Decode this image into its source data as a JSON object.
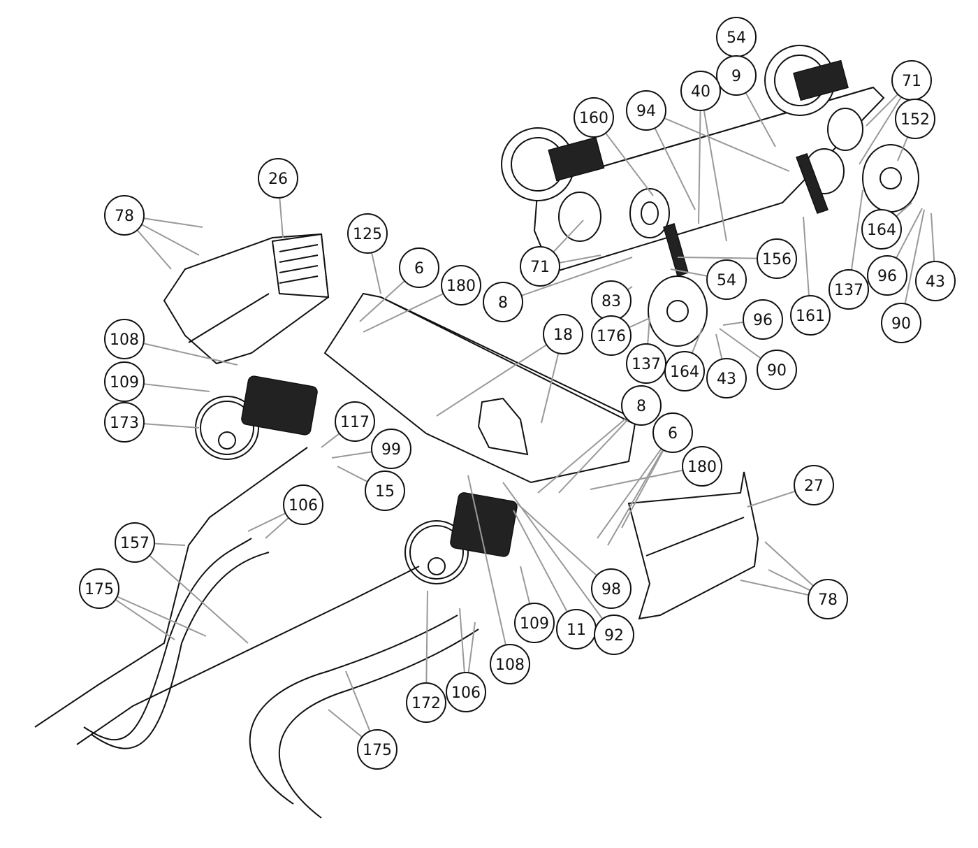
{
  "diagram": {
    "type": "exploded-parts-diagram",
    "callouts": [
      "54",
      "9",
      "40",
      "71",
      "152",
      "160",
      "94",
      "26",
      "78",
      "125",
      "6",
      "180",
      "71",
      "156",
      "54",
      "164",
      "96",
      "43",
      "137",
      "161",
      "90",
      "83",
      "176",
      "96",
      "8",
      "18",
      "108",
      "137",
      "164",
      "43",
      "90",
      "109",
      "173",
      "117",
      "99",
      "15",
      "8",
      "6",
      "180",
      "27",
      "106",
      "157",
      "175",
      "98",
      "78",
      "109",
      "11",
      "92",
      "108",
      "172",
      "106",
      "175"
    ]
  }
}
